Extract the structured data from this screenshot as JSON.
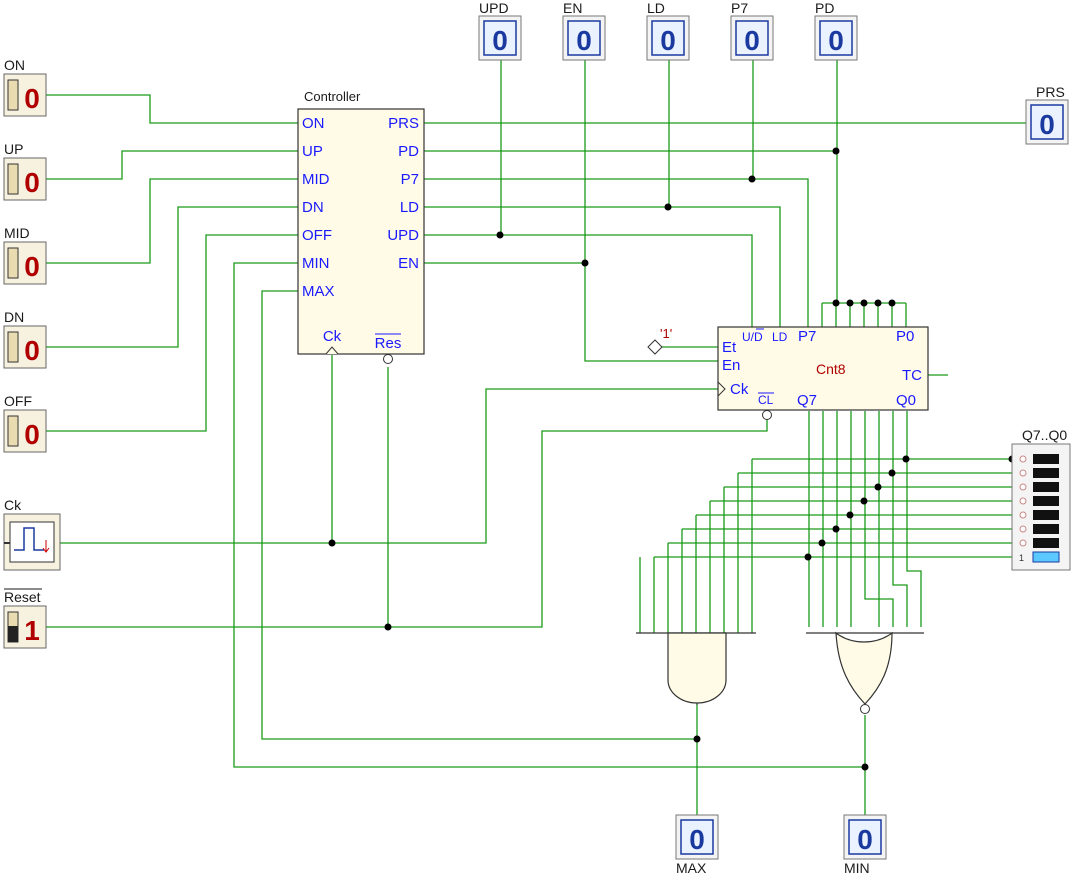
{
  "controller": {
    "title": "Controller",
    "inputs": [
      "ON",
      "UP",
      "MID",
      "DN",
      "OFF",
      "MIN",
      "MAX"
    ],
    "outputs": [
      "PRS",
      "PD",
      "P7",
      "LD",
      "UPD",
      "EN"
    ],
    "clock_label": "Ck",
    "reset_label": "Res"
  },
  "counter": {
    "title": "Cnt8",
    "pins": {
      "et": "Et",
      "en": "En",
      "ck": "Ck",
      "ud": "U/D",
      "ld": "LD",
      "p7": "P7",
      "p0": "P0",
      "tc": "TC",
      "cl": "CL",
      "q7": "Q7",
      "q0": "Q0"
    },
    "const_label": "'1'"
  },
  "left_inputs": [
    {
      "label": "ON",
      "value": "0"
    },
    {
      "label": "UP",
      "value": "0"
    },
    {
      "label": "MID",
      "value": "0"
    },
    {
      "label": "DN",
      "value": "0"
    },
    {
      "label": "OFF",
      "value": "0"
    }
  ],
  "clock_input": {
    "label": "Ck"
  },
  "reset_input": {
    "label": "Reset",
    "value": "1"
  },
  "top_probes": [
    {
      "label": "UPD",
      "value": "0"
    },
    {
      "label": "EN",
      "value": "0"
    },
    {
      "label": "LD",
      "value": "0"
    },
    {
      "label": "P7",
      "value": "0"
    },
    {
      "label": "PD",
      "value": "0"
    }
  ],
  "prs_probe": {
    "label": "PRS",
    "value": "0"
  },
  "bus_display": {
    "label": "Q7..Q0",
    "bit_label": "1"
  },
  "bottom_probes": [
    {
      "label": "MAX",
      "value": "0"
    },
    {
      "label": "MIN",
      "value": "0"
    }
  ],
  "colors": {
    "wire": "#1a9a1a",
    "block_fill": "#fffbe6",
    "pin_text": "#1a1aff",
    "digit_red": "#b00000",
    "digit_blue": "#1a3aa0"
  }
}
